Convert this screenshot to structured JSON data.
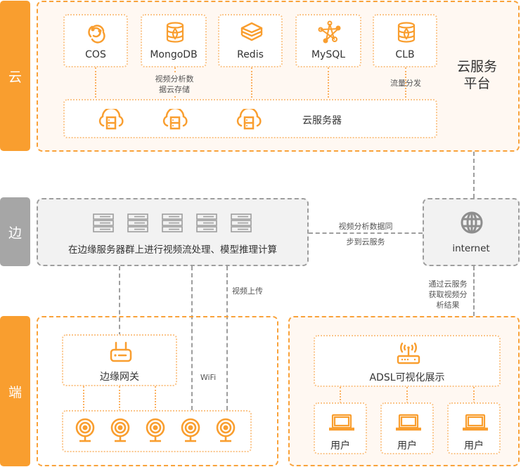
{
  "tiers": {
    "cloud": "云",
    "edge": "边",
    "end": "端"
  },
  "cloud_platform": {
    "title_line1": "云服务",
    "title_line2": "平台",
    "services": [
      {
        "label": "COS",
        "icon": "cos-icon"
      },
      {
        "label": "MongoDB",
        "icon": "database-icon"
      },
      {
        "label": "Redis",
        "icon": "layers-icon"
      },
      {
        "label": "MySQL",
        "icon": "network-star-icon"
      },
      {
        "label": "CLB",
        "icon": "database-icon"
      }
    ],
    "note_storage": [
      "视频分析数",
      "据云存储"
    ],
    "note_traffic": "流量分发",
    "servers_label": "云服务器"
  },
  "edge": {
    "cluster_label": "在边缘服务器群上进行视频流处理、模型推理计算",
    "sync_note": [
      "视频分析数据同",
      "步到云服务"
    ],
    "internet_label": "internet",
    "upload_note": "视频上传",
    "result_note": [
      "通过云服务",
      "获取视频分",
      "析结果"
    ]
  },
  "end": {
    "gateway_label": "边缘网关",
    "wifi_note": "WiFi",
    "camera_count": 5,
    "adsl_label": "ADSL可视化展示",
    "users": [
      "用户",
      "用户",
      "用户"
    ]
  },
  "colors": {
    "accent": "#f99e2f",
    "gray": "#a6a6a6"
  }
}
